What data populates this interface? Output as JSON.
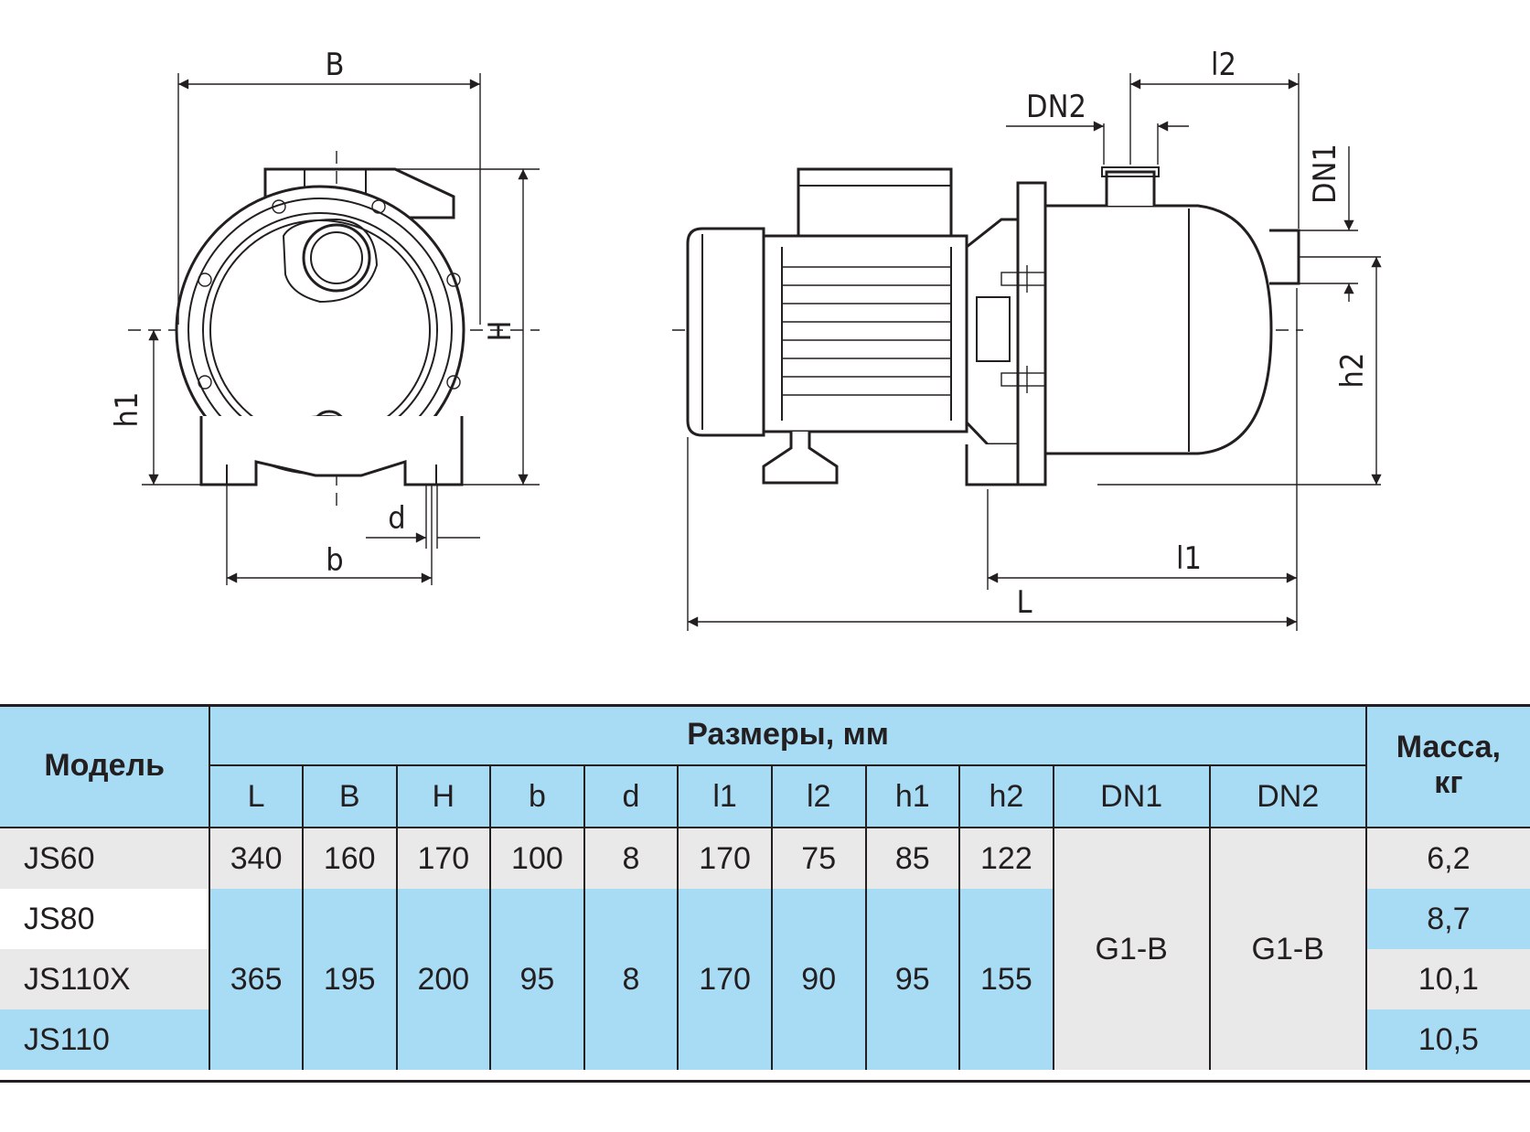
{
  "drawing": {
    "front_labels": {
      "B": "B",
      "H": "H",
      "h1": "h1",
      "b": "b",
      "d": "d"
    },
    "side_labels": {
      "l2": "l2",
      "DN2": "DN2",
      "DN1": "DN1",
      "h2": "h2",
      "l1": "l1",
      "L": "L"
    }
  },
  "table": {
    "header_model": "Модель",
    "header_dims": "Размеры, мм",
    "header_mass_1": "Масса,",
    "header_mass_2": "кг",
    "columns": [
      "L",
      "B",
      "H",
      "b",
      "d",
      "l1",
      "l2",
      "h1",
      "h2",
      "DN1",
      "DN2"
    ],
    "models": [
      "JS60",
      "JS80",
      "JS110X",
      "JS110"
    ],
    "row_js60": [
      "340",
      "160",
      "170",
      "100",
      "8",
      "170",
      "75",
      "85",
      "122"
    ],
    "row_group": [
      "365",
      "195",
      "200",
      "95",
      "8",
      "170",
      "90",
      "95",
      "155"
    ],
    "dn1": "G1-B",
    "dn2": "G1-B",
    "mass": [
      "6,2",
      "8,7",
      "10,1",
      "10,5"
    ]
  }
}
